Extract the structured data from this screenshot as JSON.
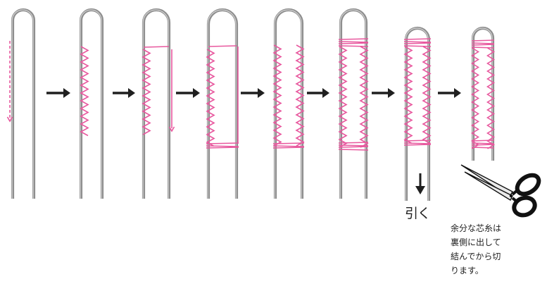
{
  "colors": {
    "wire": "#8e8e8e",
    "wire_light": "#d0d0d0",
    "thread": "#e8589e",
    "arrow": "#1f1f1f",
    "scissors": "#111111",
    "background": "#ffffff"
  },
  "diagram": {
    "steps": 8,
    "arrows_between_steps": 7,
    "pull_label": "引く",
    "note_lines": [
      "余分な芯糸は",
      "裏側に出して",
      "結んでから切",
      "ります。"
    ],
    "icons": [
      "down-arrow-icon",
      "scissors-icon"
    ]
  }
}
